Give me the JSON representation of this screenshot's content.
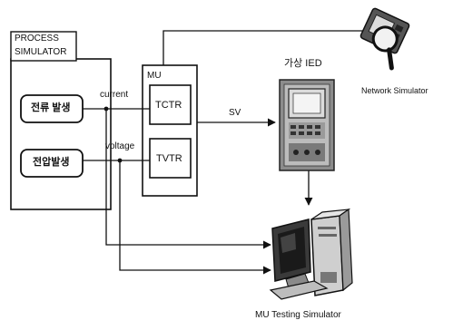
{
  "process_simulator": {
    "title_line1": "PROCESS",
    "title_line2": "SIMULATOR",
    "current_generator": "전류 발생",
    "voltage_generator": "전압발생"
  },
  "signals": {
    "current": "current",
    "voltage": "voltage",
    "sv": "SV"
  },
  "merging_unit": {
    "title": "MU",
    "tctr": "TCTR",
    "tvtr": "TVTR"
  },
  "virtual_ied": {
    "label": "가상 IED"
  },
  "network_simulator": {
    "label": "Network Simulator",
    "icon": "network-scope-icon"
  },
  "mu_testing_simulator": {
    "label": "MU Testing Simulator",
    "icon": "computer-icon"
  }
}
